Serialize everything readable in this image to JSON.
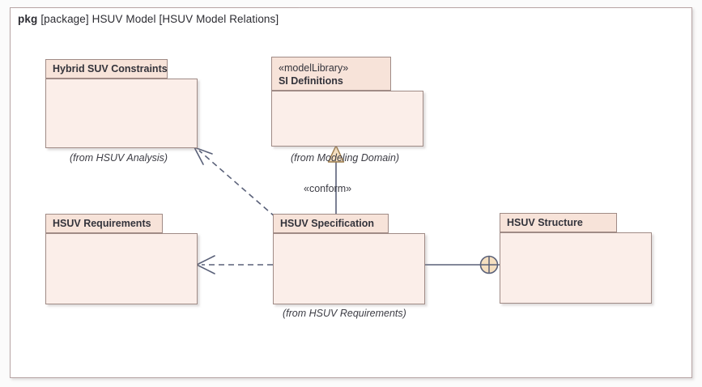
{
  "frame": {
    "keyword": "pkg",
    "title": "[package] HSUV Model [HSUV Model Relations]"
  },
  "packages": [
    {
      "id": "hybrid-suv-constraints",
      "name": "Hybrid SUV Constraints",
      "stereotype": "",
      "from": "(from HSUV Analysis)"
    },
    {
      "id": "si-definitions",
      "name": "SI Definitions",
      "stereotype": "«modelLibrary»",
      "from": "(from Modeling Domain)"
    },
    {
      "id": "hsuv-requirements",
      "name": "HSUV Requirements",
      "stereotype": "",
      "from": ""
    },
    {
      "id": "hsuv-specification",
      "name": "HSUV Specification",
      "stereotype": "",
      "from": "(from HSUV Requirements)"
    },
    {
      "id": "hsuv-structure",
      "name": "HSUV Structure",
      "stereotype": "",
      "from": ""
    }
  ],
  "relations": {
    "conform_label": "«conform»"
  },
  "colors": {
    "frame_border": "#b7a4a4",
    "package_header_fill": "#f7e3d9",
    "package_body_fill": "#fbeee9",
    "package_border": "#a08b86",
    "edge_stroke": "#5a6179",
    "arrowhead_fill": "#f5dfc0",
    "arrowhead_stroke": "#9a7a4a",
    "text": "#33333b",
    "canvas": "#ffffff"
  }
}
